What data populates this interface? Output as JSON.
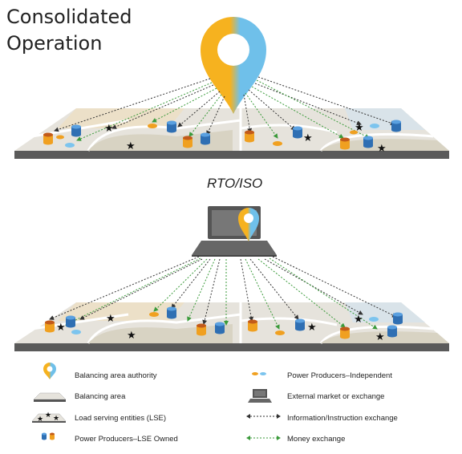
{
  "title_line1": "Consolidated",
  "title_line2": "Operation",
  "subtitle": "RTO/ISO",
  "legend": {
    "baa": "Balancing area authority",
    "ba": "Balancing area",
    "lse": "Load serving entities (LSE)",
    "pp_lse": "Power Producers–LSE Owned",
    "pp_ind": "Power Producers–Independent",
    "ext": "External market or exchange",
    "info": "Information/Instruction exchange",
    "money": "Money exchange"
  },
  "colors": {
    "orange": "#f0a020",
    "blue": "#3a86c8",
    "light_blue": "#7cc4ee",
    "map_base": "#e4e2dc",
    "map_side": "#555555",
    "green_arrow": "#4caf50",
    "dark_arrow": "#333333"
  },
  "icons": [
    "location-pin-icon",
    "laptop-icon",
    "star-icon",
    "cylinder-icon",
    "ellipse-icon"
  ]
}
